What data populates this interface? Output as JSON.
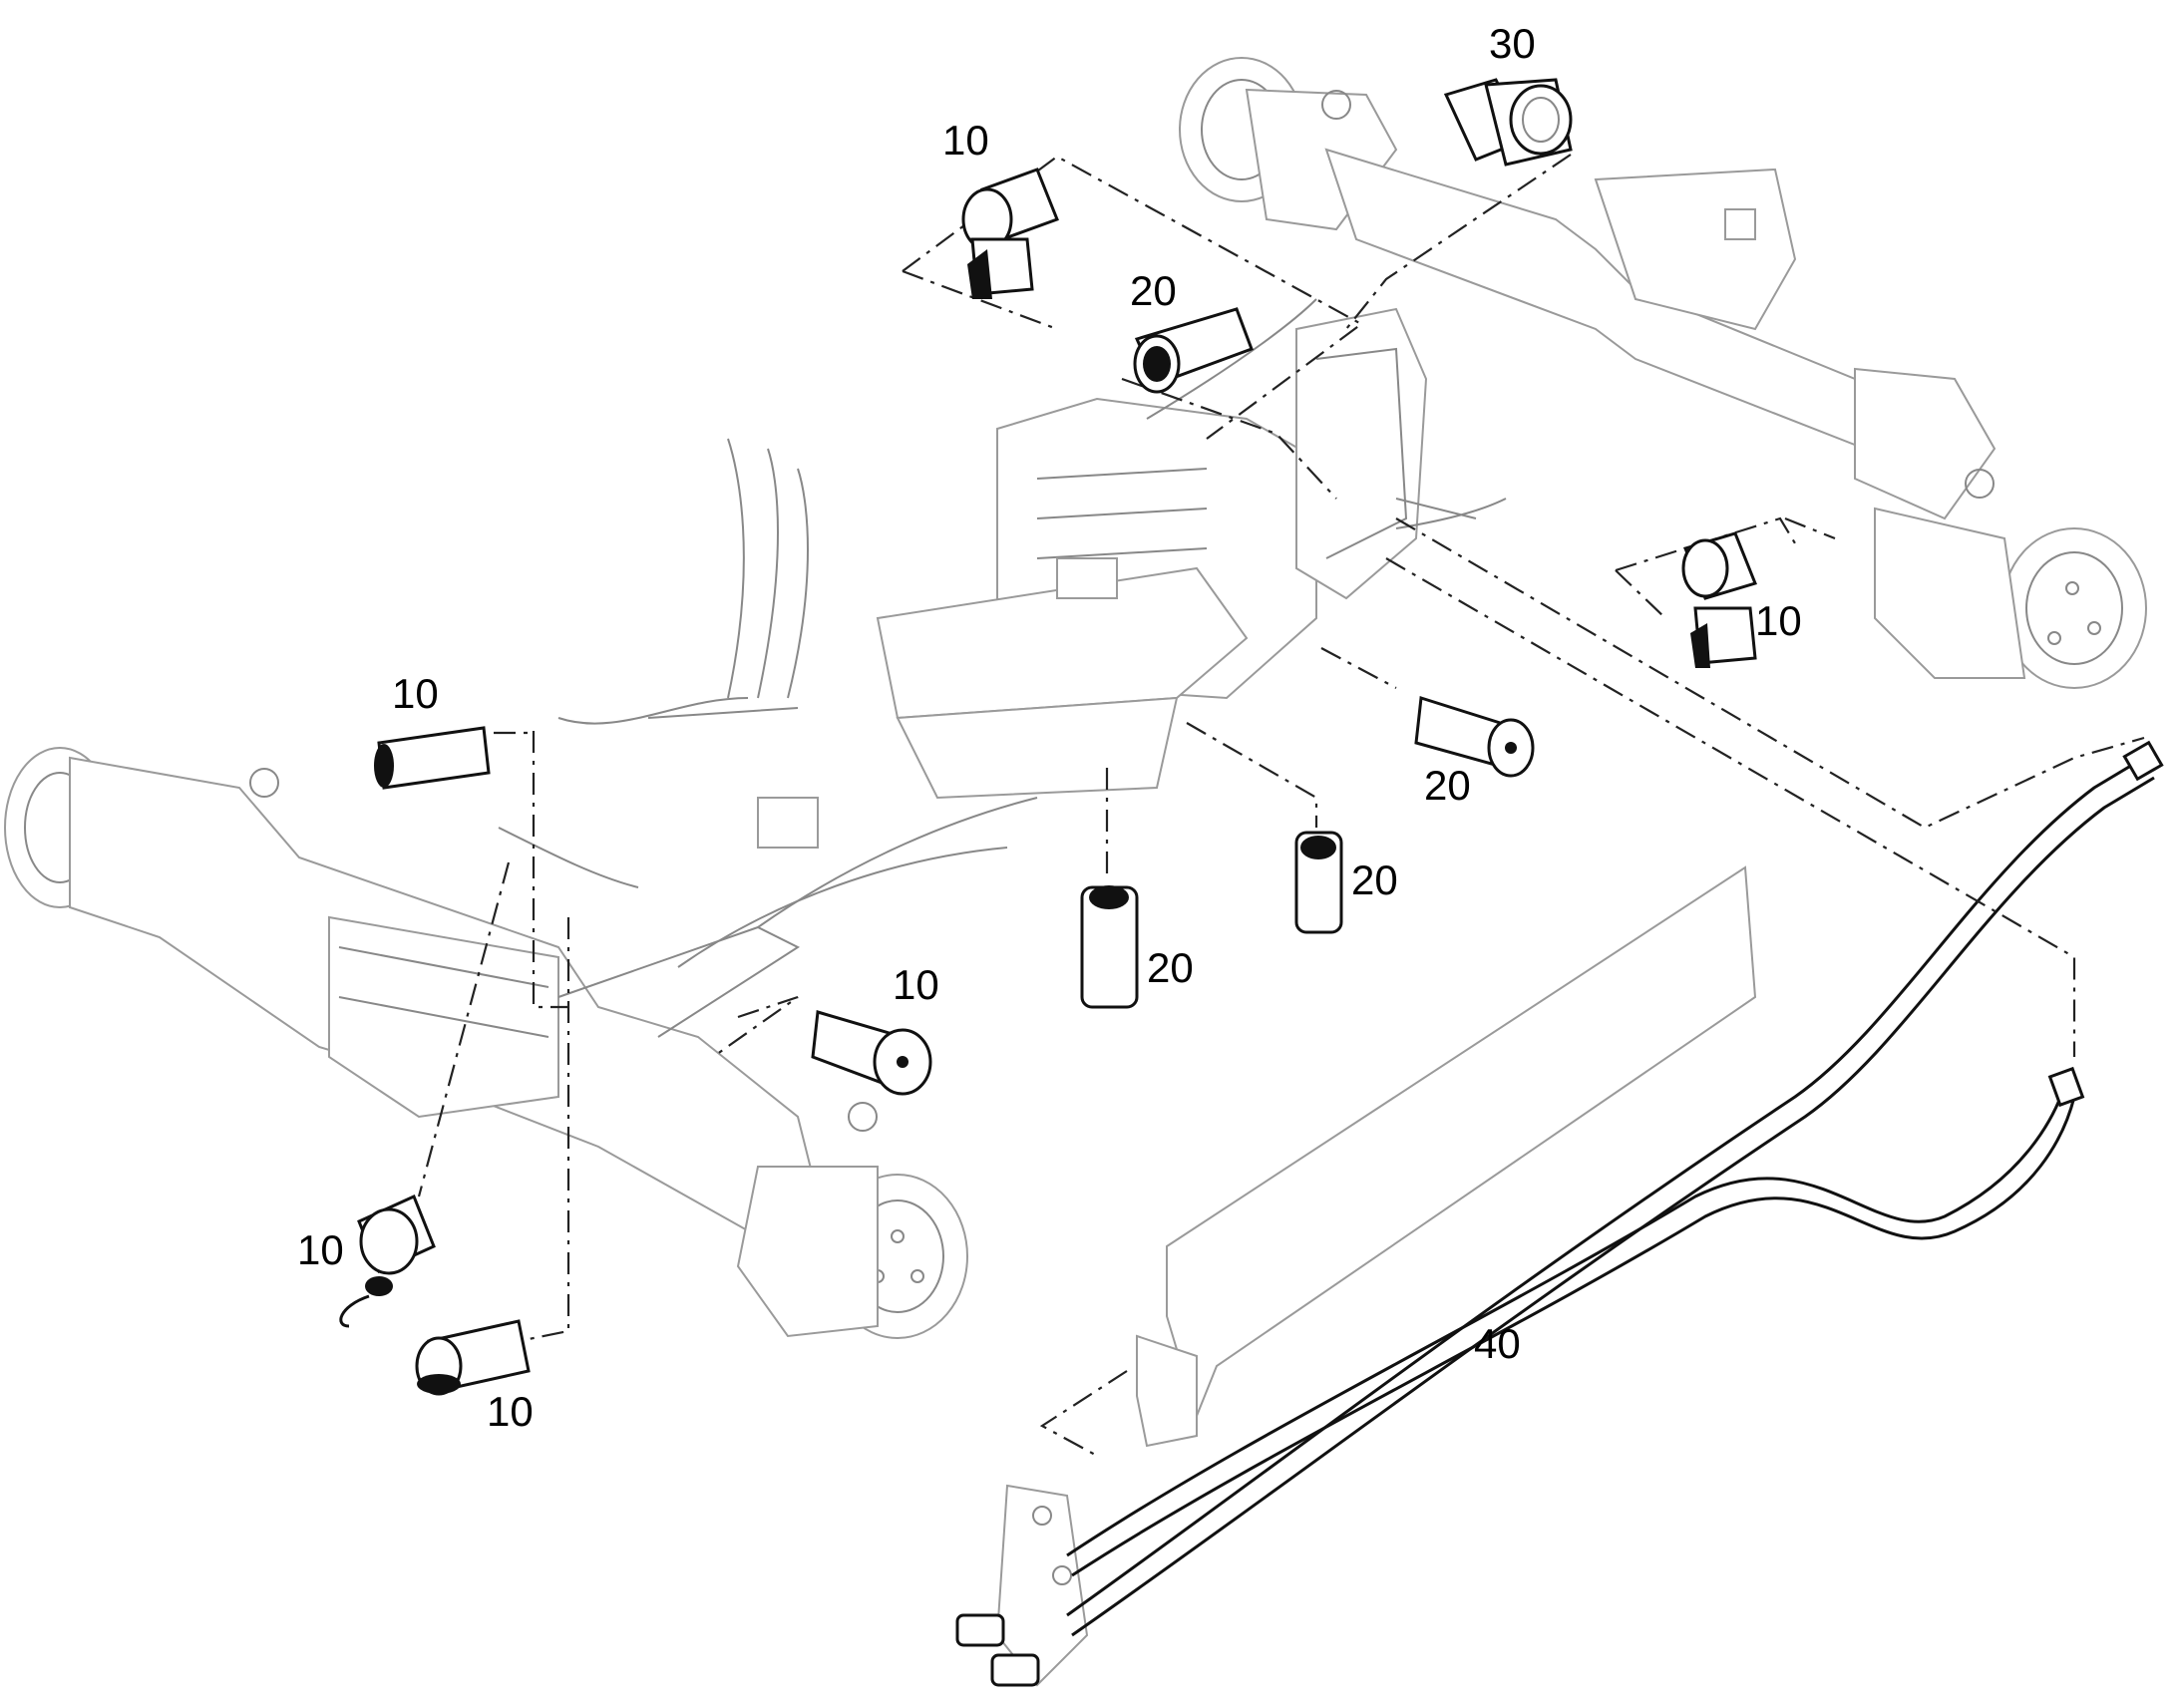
{
  "callouts": {
    "c30": "30",
    "c10_top": "10",
    "c20_top": "20",
    "c10_right": "10",
    "c20_mid_right": "20",
    "c20_center_right": "20",
    "c20_center": "20",
    "c10_left_top": "10",
    "c10_center": "10",
    "c10_left_bottom": "10",
    "c10_bottom": "10",
    "c40": "40"
  }
}
